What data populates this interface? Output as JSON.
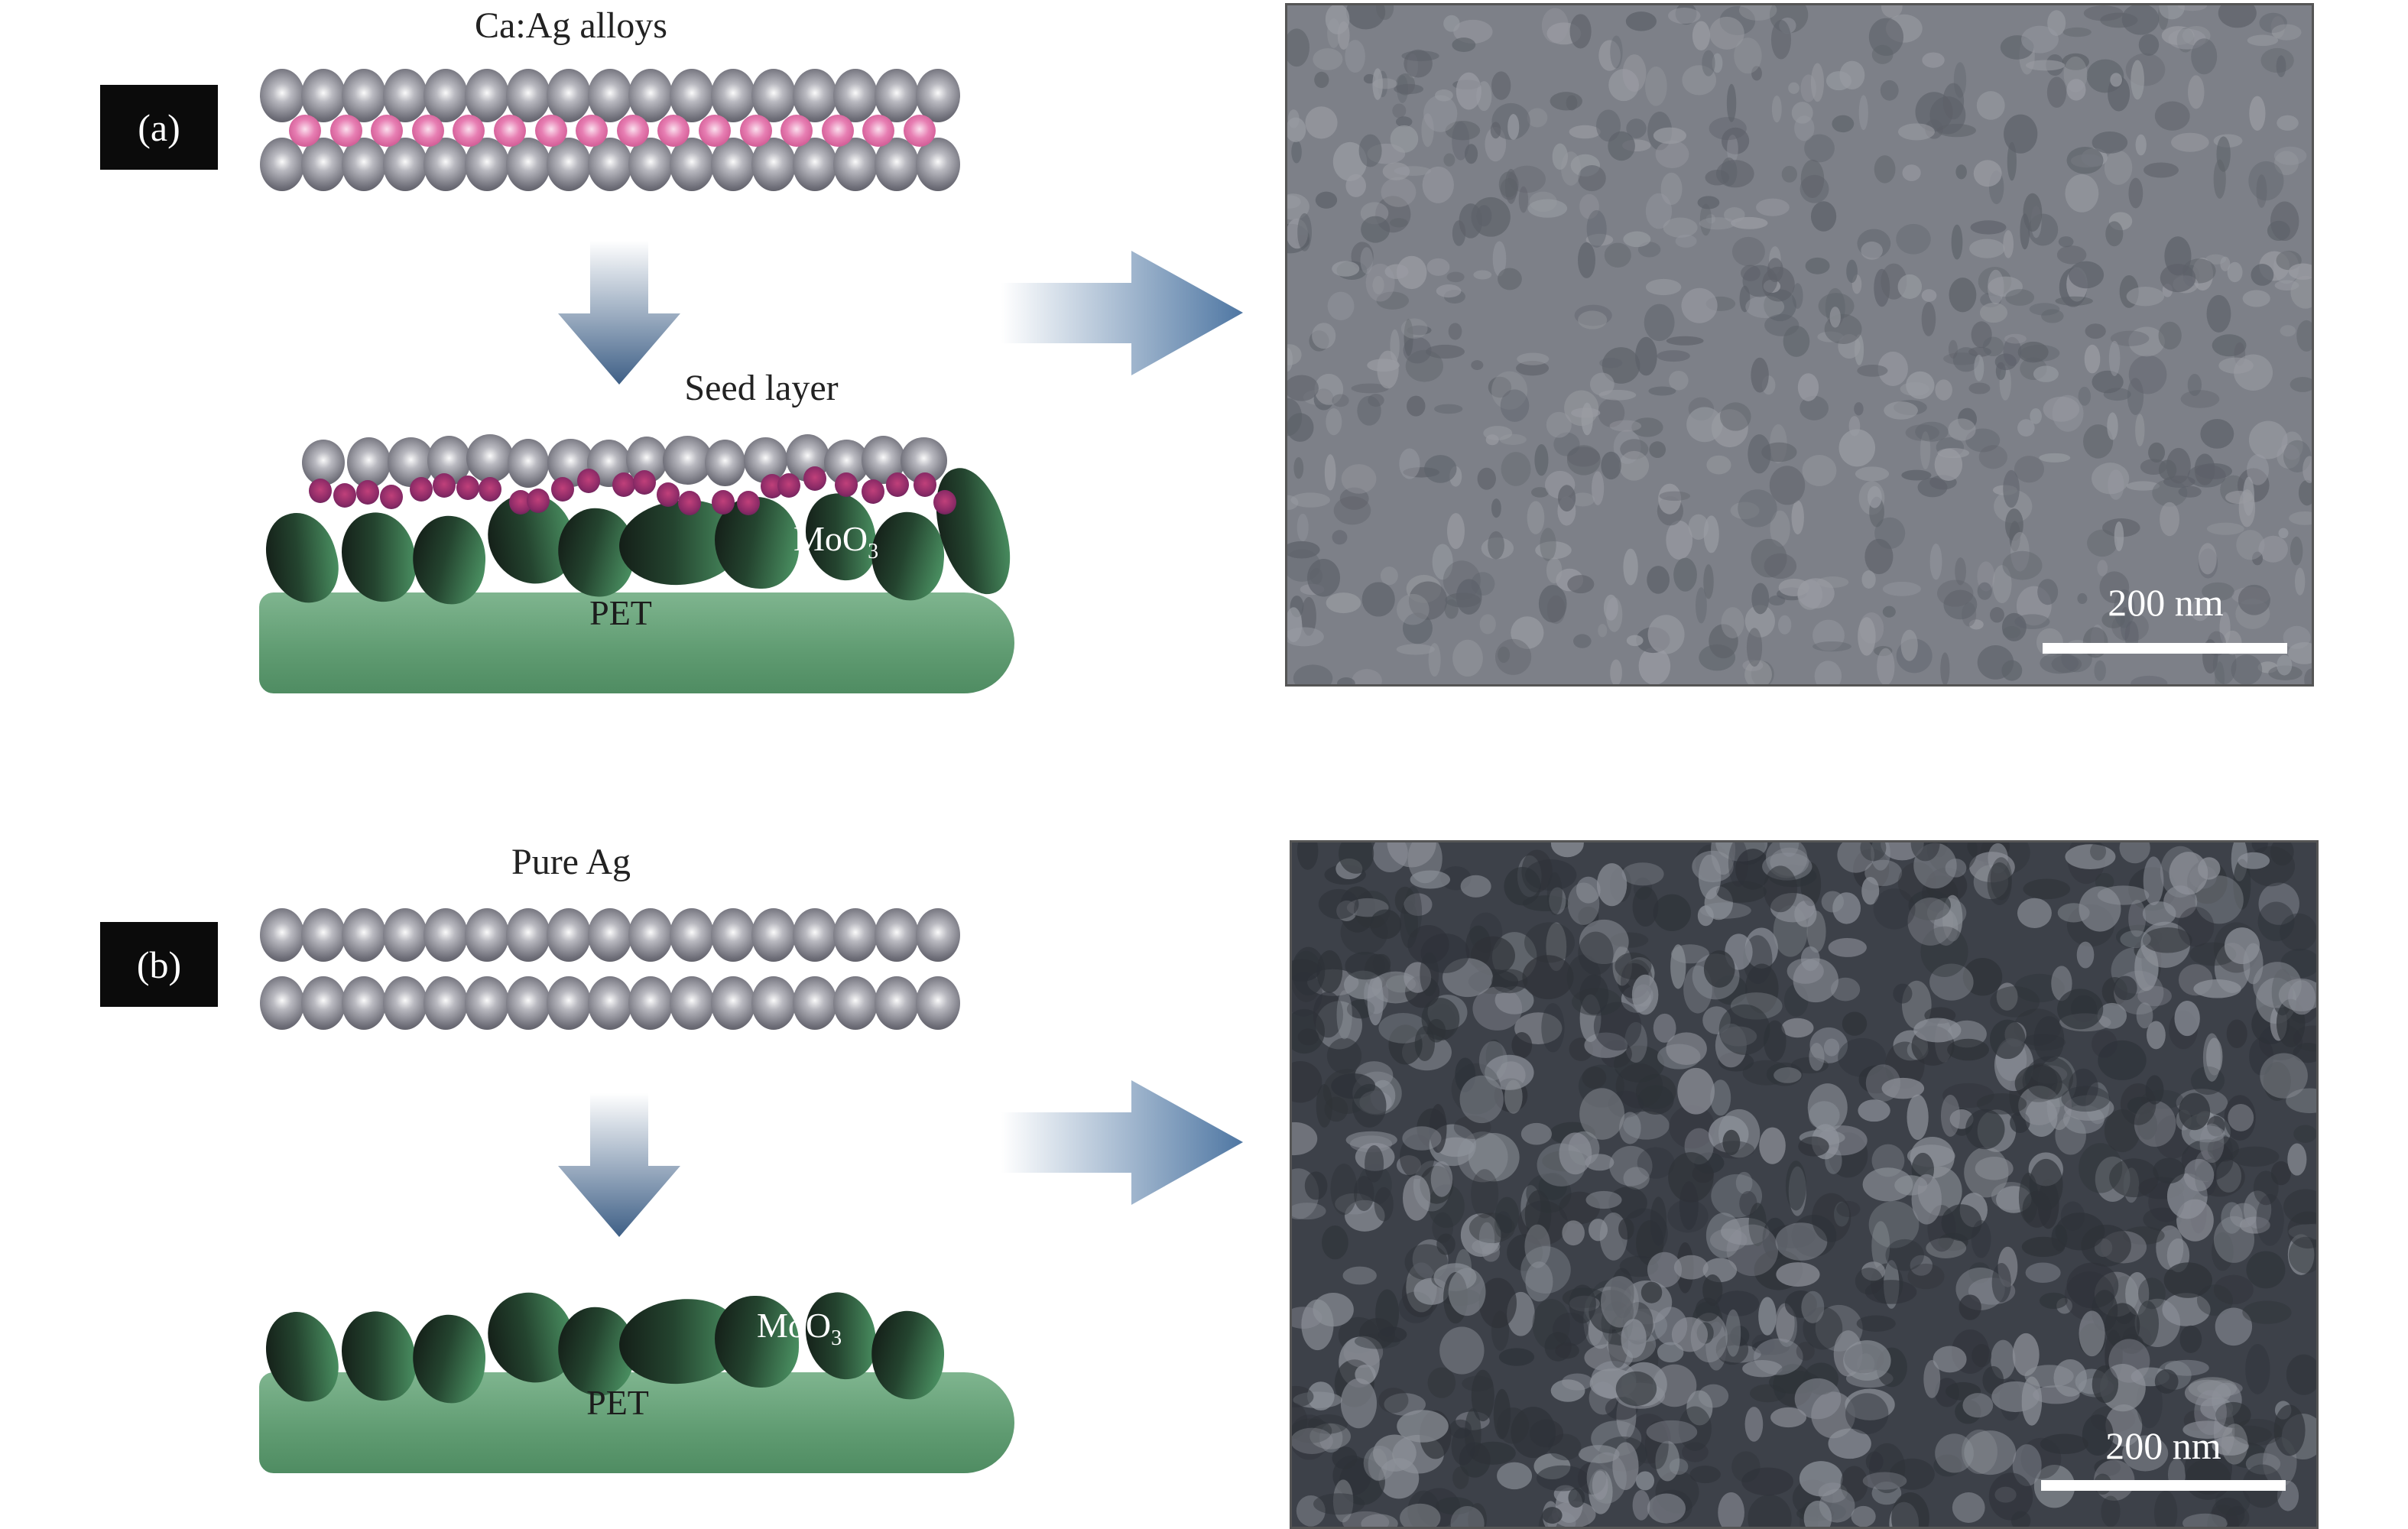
{
  "panel_a": {
    "label": "(a)",
    "title": "Ca:Ag alloys",
    "seed_label": "Seed layer",
    "moo3_main": "MoO",
    "moo3_sub": "3",
    "substrate": "PET",
    "scale": "200 nm"
  },
  "panel_b": {
    "label": "(b)",
    "title": "Pure Ag",
    "moo3_main": "MoO",
    "moo3_sub": "3",
    "substrate": "PET",
    "scale": "200 nm"
  },
  "colors": {
    "arrow": "#5a7fa6",
    "pet": "#5f9b71",
    "ca_atom": "#e77fb3",
    "seed_atom": "#8a2a66"
  }
}
